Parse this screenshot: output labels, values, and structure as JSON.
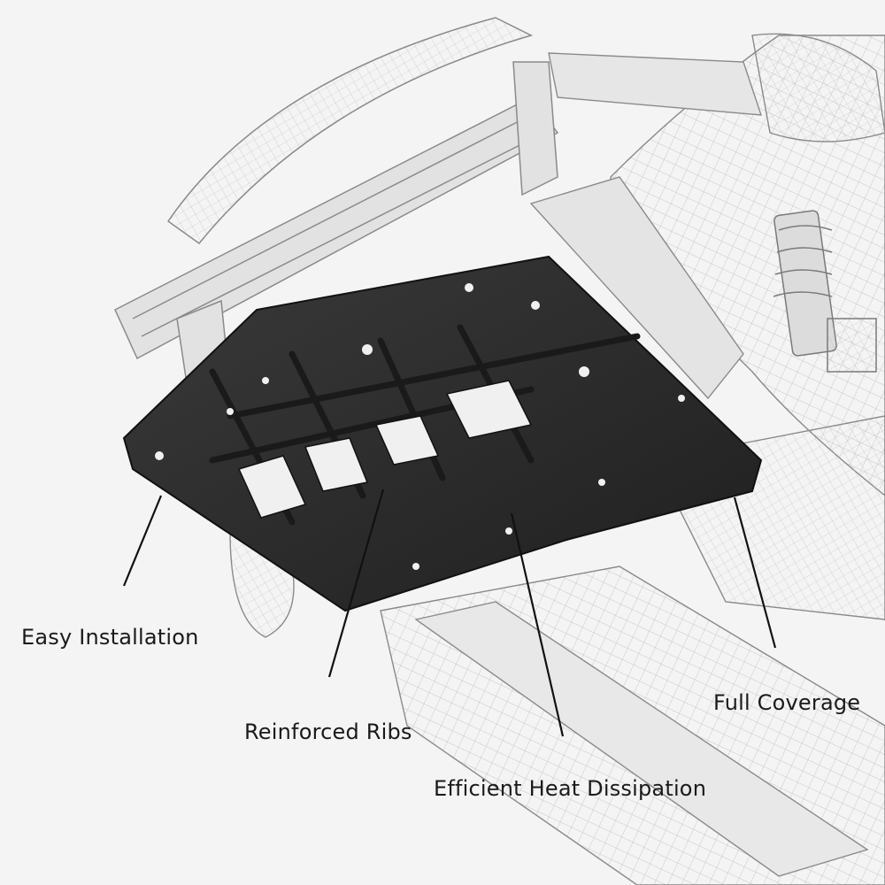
{
  "callouts": {
    "easy_installation": "Easy Installation",
    "reinforced_ribs": "Reinforced Ribs",
    "efficient_heat_dissipation": "Efficient Heat Dissipation",
    "full_coverage": "Full Coverage"
  },
  "colors": {
    "background": "#f4f4f4",
    "wireframe": "#9a9a9a",
    "panel": "#2b2b2b",
    "leader_line": "#111111"
  }
}
